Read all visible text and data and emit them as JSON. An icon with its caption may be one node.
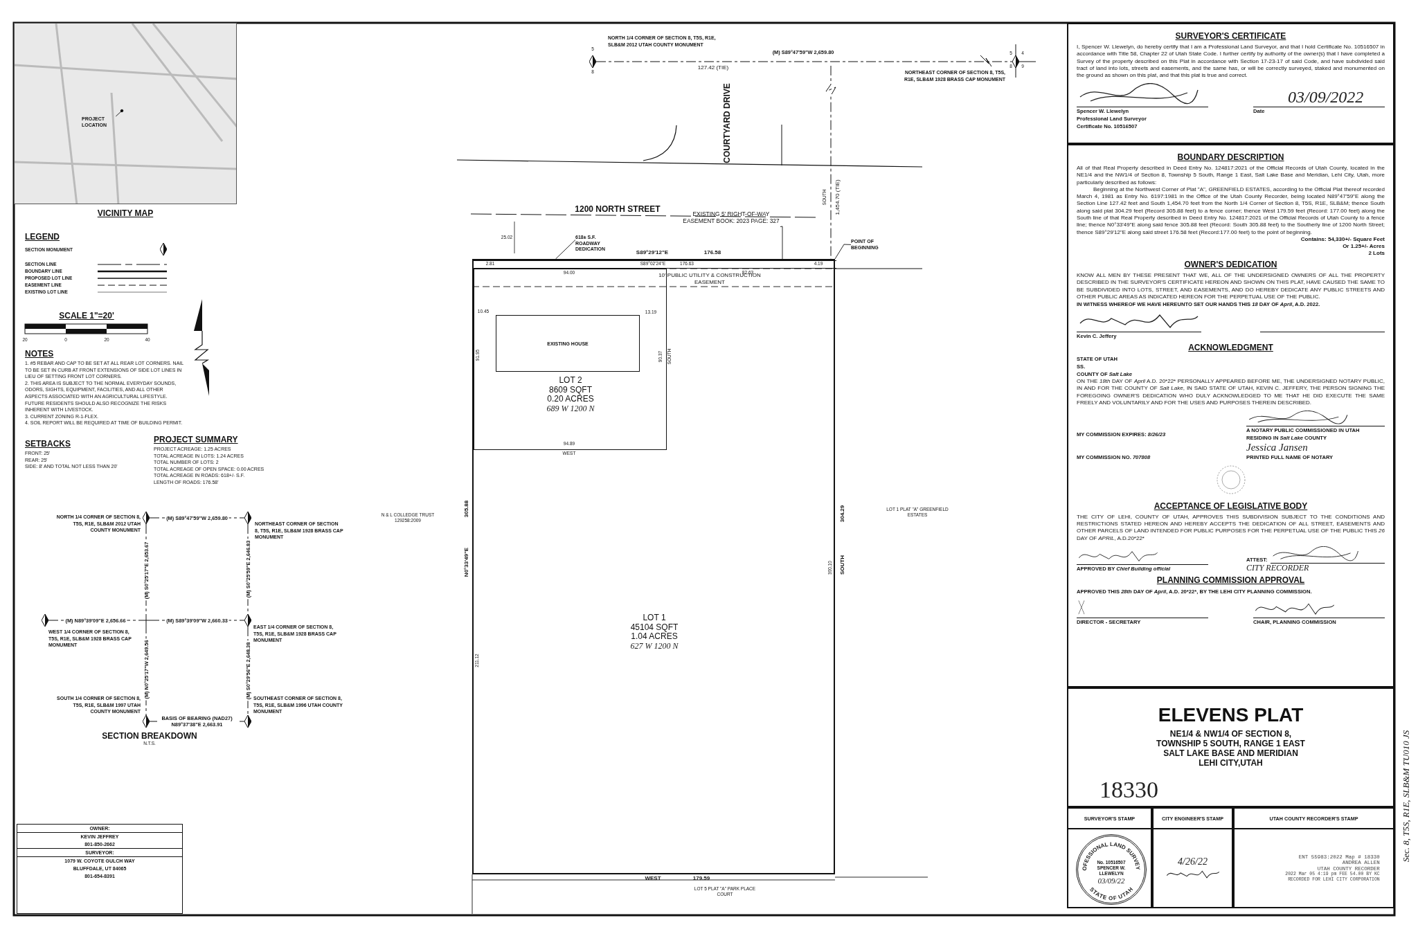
{
  "diagram": {
    "nodes": [
      {
        "text": [
          "VICINITY MAP"
        ]
      },
      {
        "text": [],
        "shape": "diamond",
        "beside": [
          "NORTH 1/4 CORNER OF SECTION 8, T5S, R1E, SLB&M 2012 UTAH COUNTY MONUMENT"
        ]
      },
      {
        "text": [],
        "shape": "diamond",
        "beside": [
          "NORTHEAST CORNER OF SECTION 8, T5S, R1E, SLB&M 1928 BRASS CAP MONUMENT"
        ]
      },
      {
        "text": [],
        "shape": "diamond",
        "beside": [
          "WEST 1/4 CORNER OF SECTION 8, T5S, R1E, SLB&M 1928 BRASS CAP MONUMENT"
        ]
      },
      {
        "text": [],
        "shape": "cross"
      },
      {
        "text": [],
        "shape": "diamond",
        "beside": [
          "EAST 1/4 CORNER OF SECTION 8, T5S, R1E, SLB&M 1928 BRASS CAP MONUMENT"
        ]
      },
      {
        "text": [],
        "shape": "diamond",
        "beside": [
          "SOUTH 1/4 CORNER OF SECTION 8, T5S, R1E, SLB&M 1997 UTAH COUNTY MONUMENT"
        ]
      },
      {
        "text": [],
        "shape": "diamond",
        "beside": [
          "SOUTHEAST CORNER OF SECTION 8, T5S, R1E, SLB&M 1996 UTAH COUNTY MONUMENT"
        ]
      },
      {
        "text": [
          "OWNER:",
          "KEVIN JEFFREY",
          "801-850-2662",
          "SURVEYOR:",
          "1079 W. COYOTE GULCH WAY",
          "BLUFFDALE, UT 84065",
          "801-654-8391"
        ]
      },
      {
        "text": [],
        "shape": "diamond",
        "beside": [
          "NORTH 1/4 CORNER OF SECTION 8, T5S, R1E, SLB&M 2012 UTAH COUNTY MONUMENT"
        ]
      },
      {
        "text": [],
        "shape": "diamond",
        "beside": [
          "NORTHEAST CORNER OF SECTION 8, T5S, R1E, SLB&M 1928 BRASS CAP MONUMENT"
        ]
      },
      {
        "text": [
          "LOT 1",
          "45104 SQFT",
          "1.04 ACRES",
          "627 W 1200 N"
        ]
      },
      {
        "text": [
          "LOT 2",
          "8609 SQFT",
          "0.20 ACRES",
          "689 W 1200 N"
        ],
        "in": 11
      },
      {
        "text": [
          "EXISTING HOUSE"
        ],
        "in": 12
      },
      {
        "text": [],
        "shape": "bar",
        "in": 11
      },
      {
        "text": [
          "618± S.F. ROADWAY DEDICATION"
        ]
      },
      {
        "text": [
          "EXISTING 5' RIGHT-OF-WAY EASEMENT BOOK: 2023 PAGE: 327"
        ]
      },
      {
        "text": [
          "POINT OF BEGINNING"
        ]
      },
      {
        "text": [
          "SURVEYOR'S CERTIFICATE",
          "I, Spencer W. Llewelyn, do hereby certify that I am a Professional Land Surveyor, and that I hold Certificate No. 10516507 in accordance with Title 58, Chapter 22 of Utah State Code. I further certify by authority of the owner(s) that I have completed a Survey of the property described on this Plat in accordance with Section 17-23-17 of said Code, and have subdivided said tract of land into lots, streets and easements, and the same has, or will be correctly surveyed, staked and monumented on the ground as shown on this plat, and that this plat is true and correct.",
          "Spencer W. Llewelyn",
          "Professional Land Surveyor",
          "Certificate No. 10516507",
          "03/09/2022",
          "Date"
        ]
      },
      {
        "text": [
          "BOUNDARY DESCRIPTION",
          "All of that Real Property described in Deed Entry No. 124817:2021 of the Official Records of Utah County, located in the NE1/4 and the NW1/4 of Section 8, Township 5 South, Range 1 East, Salt Lake Base and Meridian, Lehi City, Utah, more particularly described as follows:",
          "Beginning at the Northwest Corner of Plat \"A\", GREENFIELD ESTATES, according to the Official Plat thereof recorded March 4, 1981 as Entry No. 6197:1981 in the Office of the Utah County Recorder, being located N89°47'59\"E along the Section Line 127.42 feet and South 1,454.70 feet from the North 1/4 Corner of Section 8, T5S, R1E, SLB&M; thence South along said plat 304.29 feet (Record 305.88 feet) to a fence corner; thence West 179.59 feet (Record: 177.00 feet) along the South line of that Real Property described in Deed Entry No. 124817:2021 of the Official Records of Utah County to a fence line; thence N0°33'49\"E along said fence 305.88 feet (Record: South 305.88 feet) to the Southerly line of 1200 North Street; thence S89°29'12\"E along said street 176.58 feet (Record:177.00 feet) to the point of beginning.",
          "Contains: 54,330+/- Square Feet",
          "Or 1.25+/- Acres",
          "2 Lots",
          "OWNER'S DEDICATION",
          "KNOW ALL MEN BY THESE PRESENT THAT WE, ALL OF THE UNDERSIGNED OWNERS OF ALL THE PROPERTY DESCRIBED IN THE SURVEYOR'S CERTIFICATE HEREON AND SHOWN ON THIS PLAT, HAVE CAUSED THE SAME TO BE SUBDIVIDED INTO LOTS, STREET, AND EASEMENTS, AND DO HEREBY DEDICATE ANY PUBLIC STREETS AND OTHER PUBLIC AREAS AS INDICATED HEREON FOR THE PERPETUAL USE OF THE PUBLIC.",
          "IN WITNESS WHEREOF WE HAVE HEREUNTO SET OUR HANDS THIS *18* DAY OF *April*, A.D. 2022.",
          "Kevin C. Jeffery",
          "ACKNOWLEDGMENT",
          "STATE OF UTAH",
          "SS.",
          "COUNTY OF *Salt Lake*",
          "ON THE *18th* DAY OF *April* A.D. 20*22* PERSONALLY APPEARED BEFORE ME, THE UNDERSIGNED NOTARY PUBLIC, IN AND FOR THE COUNTY OF *Salt Lake*, IN SAID STATE OF UTAH, KEVIN C. JEFFERY, THE PERSON SIGNING THE FOREGOING OWNER'S DEDICATION WHO DULY ACKNOWLEDGED TO ME THAT HE DID EXECUTE THE SAME FREELY AND VOLUNTARILY AND FOR THE USES AND PURPOSES THEREIN DESCRIBED.",
          "MY COMMISSION EXPIRES: *8/26/23*",
          "A NOTARY PUBLIC COMMISSIONED IN UTAH",
          "RESIDING IN *Salt Lake* COUNTY",
          "MY COMMISSION NO. *707808*",
          "Jessica Jansen",
          "PRINTED FULL NAME OF NOTARY",
          "ACCEPTANCE OF LEGISLATIVE BODY",
          "THE CITY OF LEHI, COUNTY OF UTAH, APPROVES THIS SUBDIVISION SUBJECT TO THE CONDITIONS AND RESTRICTIONS STATED HEREON AND HEREBY ACCEPTS THE DEDICATION OF ALL STREET, EASEMENTS AND OTHER PARCELS OF LAND INTENDED FOR PUBLIC PURPOSES FOR THE PERPETUAL USE OF THE PUBLIC THIS *26* DAY OF *APRIL*, A.D.20*22*",
          "APPROVED BY *Chief Building official*",
          "ATTEST:",
          "CITY RECORDER",
          "PLANNING COMMISSION APPROVAL",
          "APPROVED THIS *28th* DAY OF *April*, A.D. 20*22*, BY THE LEHI CITY PLANNING COMMISSION.",
          "DIRECTOR - SECRETARY",
          "CHAIR, PLANNING COMMISSION"
        ]
      },
      {
        "text": [
          "ELEVENS PLAT",
          "NE1/4 & NW1/4 OF SECTION 8,",
          "TOWNSHIP 5 SOUTH, RANGE 1 EAST",
          "SALT LAKE BASE AND MERIDIAN",
          "LEHI CITY,UTAH",
          "18330"
        ]
      },
      {
        "text": [
          "SURVEYOR'S STAMP"
        ]
      },
      {
        "text": [
          "PROFESSIONAL LAND SURVEYOR",
          "No. 10516507",
          "SPENCER W. LLEWELYN",
          "03/09/22",
          "STATE OF UTAH"
        ],
        "in": 21
      },
      {
        "text": [
          "CITY ENGINEER'S STAMP",
          "4/26/22"
        ]
      },
      {
        "text": [
          "UTAH COUNTY RECORDER'S STAMP",
          "ENT 55983:2022 Map # 18330",
          "ANDREA ALLEN",
          "UTAH COUNTY RECORDER",
          "2022 Mar 05 4:19 pm FEE 54.00 BY KC",
          "RECORDED FOR LEHI CITY CORPORATION"
        ]
      },
      {
        "text": [
          "PROJECT LOCATION"
        ],
        "in": 0
      }
    ],
    "edges": [
      {
        "from": 1,
        "to": 2,
        "arrow": "none",
        "style": "dashed",
        "label": "(M) S89°47'59\"W 2,659.80"
      },
      {
        "from": 1,
        "to": 4,
        "arrow": "none",
        "style": "dashed",
        "label": "(M) S0°25'17\"E 2,653.67"
      },
      {
        "from": 2,
        "to": 5,
        "arrow": "none",
        "style": "dashed",
        "label": "(M) S0°25'59\"E 2,646.83"
      },
      {
        "from": 3,
        "to": 4,
        "arrow": "none",
        "style": "dashed",
        "label": "(M) N89°39'09\"E 2,656.66"
      },
      {
        "from": 4,
        "to": 5,
        "arrow": "none",
        "style": "dashed",
        "label": "(M) S89°39'09\"W 2,660.33"
      },
      {
        "from": 4,
        "to": 6,
        "arrow": "none",
        "style": "dashed",
        "label": "(M) N0°25'17\"W 2,649.56"
      },
      {
        "from": 5,
        "to": 7,
        "arrow": "none",
        "style": "dashed",
        "label": "(M) S0°29'56\"E 2,648.38"
      },
      {
        "from": 6,
        "to": 7,
        "arrow": "none",
        "style": "dashed",
        "label": "BASIS OF BEARING (NAD27) N89°37'38\"E 2,663.91"
      },
      {
        "from": 9,
        "to": 10,
        "arrow": "none",
        "style": "dashed",
        "label": "(M) S89°47'59\"W 2,659.80"
      },
      {
        "from": 15,
        "to": 14,
        "arrow": "none"
      },
      {
        "from": 16,
        "to": 14,
        "arrow": "none"
      },
      {
        "from": 17,
        "to": 14,
        "arrow": "none"
      },
      {
        "from": 25,
        "to": null,
        "arrow": "other"
      },
      {
        "from": null,
        "to": 14,
        "arrow": "none",
        "style": "dashed"
      }
    ],
    "labels": [
      "LEGEND",
      "SCALE 1\"=20'",
      "20",
      "0",
      "20",
      "40",
      "NOTES",
      "1. #5 REBAR AND CAP TO BE SET AT ALL REAR LOT CORNERS. NAIL TO BE SET IN CURB AT FRONT EXTENSIONS OF SIDE LOT LINES IN LIEU OF SETTING FRONT LOT CORNERS.",
      "2. THIS AREA IS SUBJECT TO THE NORMAL EVERYDAY SOUNDS, ODORS, SIGHTS, EQUIPMENT, FACILITIES, AND ALL OTHER ASPECTS ASSOCIATED WITH AN AGRICULTURAL LIFESTYLE. FUTURE RESIDENTS SHOULD ALSO RECOGNIZE THE RISKS INHERENT WITH LIVESTOCK.",
      "3. CURRENT ZONING R-1-FLEX.",
      "4. SOIL REPORT WILL BE REQUIRED AT TIME OF BUILDING PERMIT.",
      "SETBACKS",
      "FRONT: 25'",
      "REAR: 25'",
      "SIDE: 8' AND TOTAL NOT LESS THAN 20'",
      "PROJECT SUMMARY",
      "PROJECT ACREAGE: 1.25 ACRES",
      "TOTAL ACREAGE IN LOTS: 1.24 ACRES",
      "TOTAL NUMBER OF LOTS: 2",
      "TOTAL ACREAGE OF OPEN SPACE: 0.00 ACRES",
      "TOTAL ACREAGE IN ROADS: 618+/- S.F.",
      "LENGTH OF ROADS: 176.58'",
      "SECTION BREAKDOWN",
      "N.T.S.",
      "5",
      "8",
      "5",
      "4",
      "8",
      "9",
      "127.42 (TIE)",
      "COURTYARD DRIVE",
      "SOUTH",
      "1,454.70 (TIE)",
      "1200 NORTH STREET",
      "25.02",
      "S89°29'12\"E",
      "176.58",
      "2.81",
      "94.00",
      "S89°02'24\"E",
      "176.63",
      "82.63",
      "4.19",
      "10' PUBLIC UTILITY & CONSTRUCTION EASEMENT",
      "10.45",
      "13.19",
      "91.95",
      "90.37",
      "SOUTH",
      "94.89",
      "WEST",
      "N & L COLLEDGE TRUST 129258:2009",
      "305.88",
      "N0°33'49\"E",
      "211.12",
      "304.29",
      "300.10",
      "SOUTH",
      "LOT 1 PLAT \"A\" GREENFIELD ESTATES",
      "WEST",
      "179.59",
      "LOT 5 PLAT \"A\" PARK PLACE COURT",
      "Sec. 8, T5S, R1E, SLB&M TU010 JS"
    ],
    "legend": [
      {
        "text": "SECTION MONUMENT"
      },
      {
        "text": "SECTION LINE"
      },
      {
        "text": "BOUNDARY LINE"
      },
      {
        "text": "PROPOSED LOT LINE"
      },
      {
        "text": "EASEMENT LINE"
      },
      {
        "text": "EXISTING LOT LINE"
      }
    ]
  }
}
